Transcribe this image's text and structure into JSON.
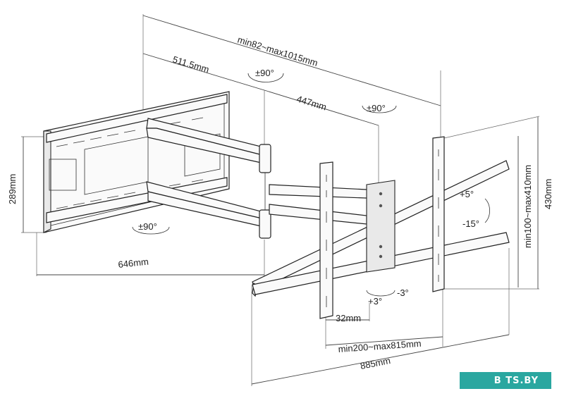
{
  "labels": {
    "overall_width": "min82~max1015mm",
    "arm1_length": "511.5mm",
    "arm2_length": "447mm",
    "rot_top1": "±90°",
    "rot_top2": "±90°",
    "rot_bottom": "±90°",
    "plate_height": "289mm",
    "plate_width": "646mm",
    "tilt_up": "+5°",
    "tilt_down": "-15°",
    "vesa_vertical": "min100~max410mm",
    "total_height": "430mm",
    "swivel_plus": "+3°",
    "swivel_minus": "-3°",
    "bracket_offset": "32mm",
    "vesa_horizontal": "min200~max815mm",
    "bracket_width": "885mm"
  },
  "watermark": "B TS.BY"
}
